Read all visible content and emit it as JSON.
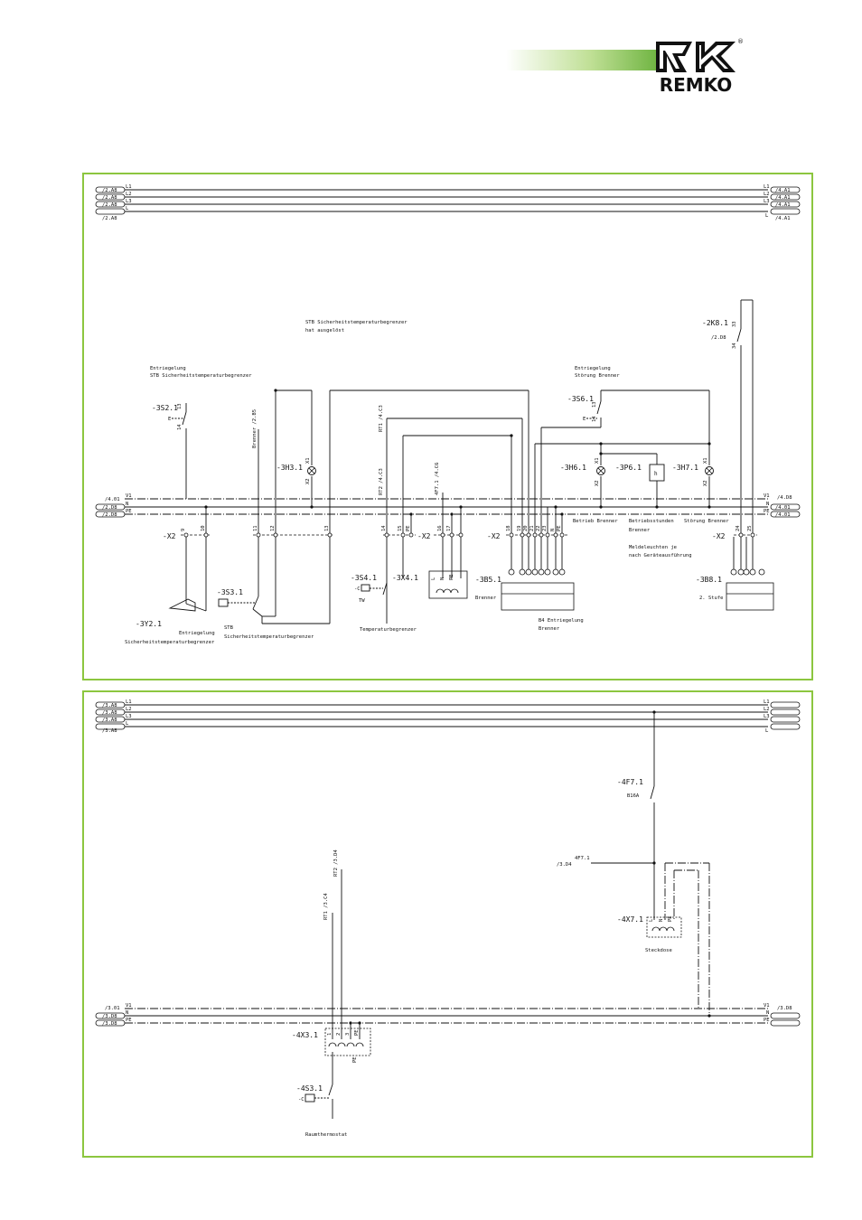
{
  "brand": {
    "name": "REMKO",
    "registered": "®",
    "accent": "#8cc63f"
  },
  "top": {
    "bus_left": [
      "/2.A8",
      "/2.A8",
      "/2.A8",
      "/2.A8"
    ],
    "bus_labels": [
      "L1",
      "L2",
      "L3",
      "L"
    ],
    "bus_right": [
      "/4.A1",
      "/4.A1",
      "/4.A1",
      "/4.A1"
    ],
    "bus2_left": [
      "/4.01",
      "/2.D8",
      "/2.D8"
    ],
    "bus2_labels": [
      "V1",
      "N",
      "PE"
    ],
    "bus2_right": [
      "/4.D8",
      "/4.01",
      "/4.01"
    ],
    "stb_note": [
      "STB Sicherheitstemperaturbegrenzer",
      "hat ausgelöst"
    ],
    "entr_stb": [
      "Entriegelung",
      "STB Sicherheitstemperaturbegrenzer"
    ],
    "entr_brenner": [
      "Entriegelung",
      "Störung Brenner"
    ],
    "s2": "-3S2.1",
    "s6": "-3S6.1",
    "k8": "-2K8.1",
    "k8_ref": "/2.D8",
    "h3": "-3H3.1",
    "h6": "-3H6.1",
    "p6": "-3P6.1",
    "h7": "-3H7.1",
    "x2": "-X2",
    "x41": "-3X4.1",
    "s41": "-3S4.1",
    "b51": "-3B5.1",
    "b81": "-3B8.1",
    "s31": "-3S3.1",
    "y21": "-3Y2.1",
    "brenner_ref": "Brenner /2.B5",
    "rt1": "RT1 /4.C3",
    "rt2": "RT2 /4.C3",
    "f47": "4F7.1 /4.C6",
    "x1": "X1",
    "x2t": "X2",
    "contact_13": "13",
    "contact_14": "14",
    "contact_33": "33",
    "contact_34": "34",
    "betrieb": "Betrieb Brenner",
    "betriebsstunden": [
      "Betriebsstunden",
      "Brenner"
    ],
    "stoerung": "Störung Brenner",
    "meldeleuchten": [
      "Meldeleuchten je",
      "nach Geräteausführung"
    ],
    "tw": "TW",
    "brenner": "Brenner",
    "stufe2": "2. Stufe",
    "b4_entr": [
      "B4 Entriegelung",
      "Brenner"
    ],
    "y21_desc": [
      "Entriegelung",
      "Sicherheitstemperaturbegrenzer"
    ],
    "s31_desc": [
      "STB",
      "Sicherheitstemperaturbegrenzer"
    ],
    "temp_desc": "Temperaturbegrenzer",
    "x2_terms_a": [
      "9",
      "10",
      "11",
      "12",
      "13"
    ],
    "x2_terms_b": [
      "14",
      "15",
      "16",
      "17",
      "PE"
    ],
    "x2_terms_c": [
      "18",
      "19",
      "20",
      "21",
      "22",
      "23",
      "N",
      "PE"
    ],
    "x2_terms_d": [
      "24",
      "25"
    ],
    "n": "N",
    "pe": "PE",
    "l": "L",
    "h": "h"
  },
  "bottom": {
    "bus_left": [
      "/3.A8",
      "/3.A8",
      "/3.A8",
      "/3.A8"
    ],
    "bus_labels": [
      "L1",
      "L2",
      "L3",
      "L"
    ],
    "bus2_left": [
      "/3.01",
      "/3.D8",
      "/3.D8"
    ],
    "bus2_labels": [
      "V1",
      "N",
      "PE"
    ],
    "bus2_right": "/3.D8",
    "f71": "-4F7.1",
    "f71_rating": "B16A",
    "ref_304": "/3.D4",
    "f71_ref": "4F7.1",
    "x71": "-4X7.1",
    "steckdose": "Steckdose",
    "rt1": "RT1 /3.C4",
    "rt2": "RT2 /3.D4",
    "x31": "-4X3.1",
    "s31": "-4S3.1",
    "raumthermostat": "Raumthermostat",
    "x31_terms": [
      "1",
      "2",
      "3",
      "PE"
    ]
  }
}
